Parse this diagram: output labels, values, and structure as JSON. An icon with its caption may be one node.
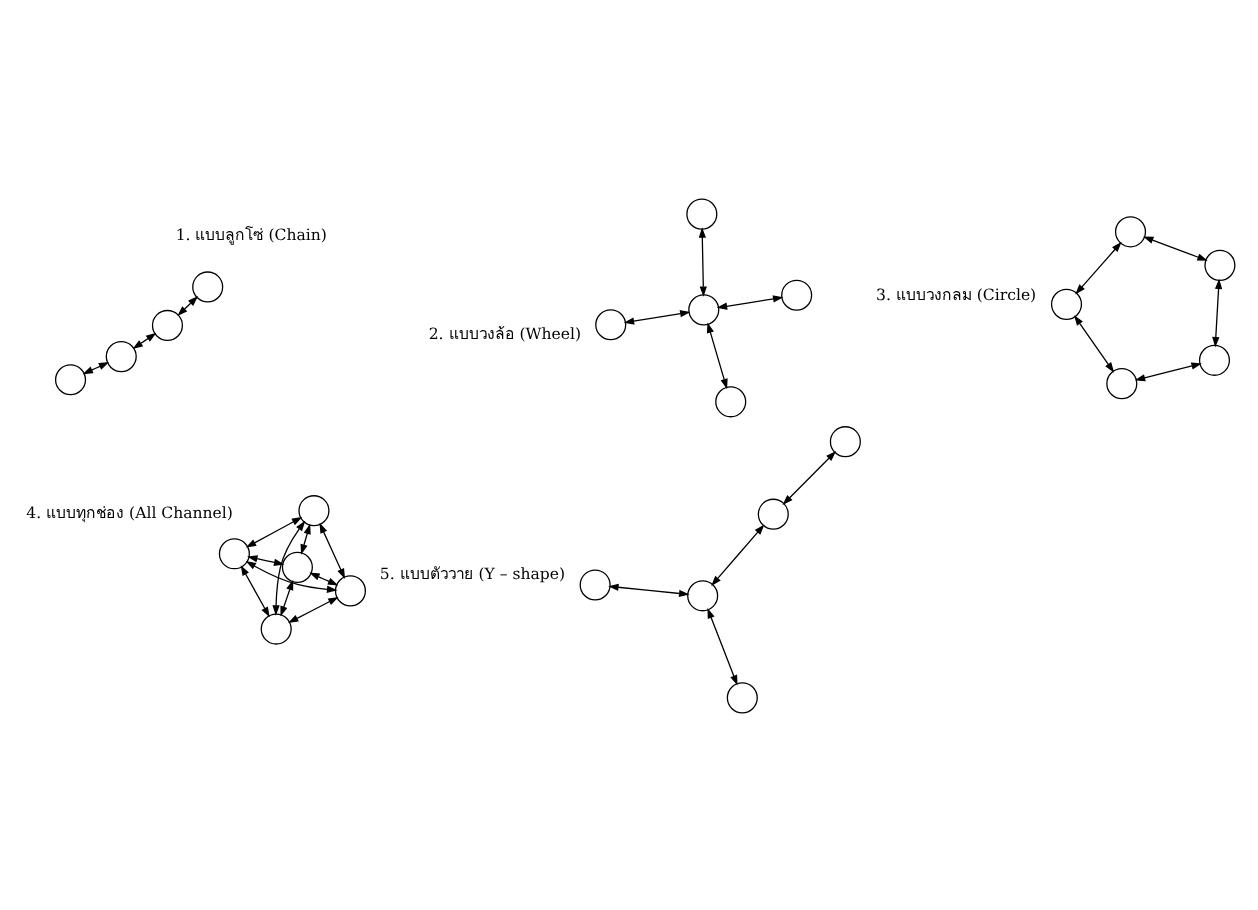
{
  "diagram": {
    "nodes": [
      {
        "text": [],
        "shape": "circle"
      },
      {
        "text": [],
        "shape": "circle"
      },
      {
        "text": [],
        "shape": "circle"
      },
      {
        "text": [],
        "shape": "circle"
      },
      {
        "text": [],
        "shape": "circle"
      },
      {
        "text": [],
        "shape": "circle"
      },
      {
        "text": [],
        "shape": "circle"
      },
      {
        "text": [],
        "shape": "circle"
      },
      {
        "text": [],
        "shape": "circle"
      },
      {
        "text": [],
        "shape": "circle"
      },
      {
        "text": [],
        "shape": "circle"
      },
      {
        "text": [],
        "shape": "circle"
      },
      {
        "text": [],
        "shape": "circle"
      },
      {
        "text": [],
        "shape": "circle"
      },
      {
        "text": [],
        "shape": "circle"
      },
      {
        "text": [],
        "shape": "circle"
      },
      {
        "text": [],
        "shape": "circle"
      },
      {
        "text": [],
        "shape": "circle"
      },
      {
        "text": [],
        "shape": "circle"
      },
      {
        "text": [],
        "shape": "circle"
      },
      {
        "text": [],
        "shape": "circle"
      },
      {
        "text": [],
        "shape": "circle"
      },
      {
        "text": [],
        "shape": "circle"
      },
      {
        "text": [],
        "shape": "circle"
      }
    ],
    "edges": [
      {
        "from": 0,
        "to": 1,
        "arrow": "both"
      },
      {
        "from": 1,
        "to": 2,
        "arrow": "both"
      },
      {
        "from": 2,
        "to": 3,
        "arrow": "both"
      },
      {
        "from": 4,
        "to": 6,
        "arrow": "both"
      },
      {
        "from": 5,
        "to": 6,
        "arrow": "both"
      },
      {
        "from": 6,
        "to": 7,
        "arrow": "both"
      },
      {
        "from": 6,
        "to": 8,
        "arrow": "both"
      },
      {
        "from": 9,
        "to": 10,
        "arrow": "both"
      },
      {
        "from": 9,
        "to": 11,
        "arrow": "both"
      },
      {
        "from": 10,
        "to": 12,
        "arrow": "both"
      },
      {
        "from": 11,
        "to": 13,
        "arrow": "both"
      },
      {
        "from": 12,
        "to": 13,
        "arrow": "both"
      },
      {
        "from": 14,
        "to": 15,
        "arrow": "both"
      },
      {
        "from": 14,
        "to": 16,
        "arrow": "both"
      },
      {
        "from": 14,
        "to": 17,
        "arrow": "both"
      },
      {
        "from": 14,
        "to": 18,
        "arrow": "both"
      },
      {
        "from": 15,
        "to": 16,
        "arrow": "both"
      },
      {
        "from": 15,
        "to": 17,
        "arrow": "both"
      },
      {
        "from": 15,
        "to": 18,
        "arrow": "both"
      },
      {
        "from": 16,
        "to": 17,
        "arrow": "both"
      },
      {
        "from": 16,
        "to": 18,
        "arrow": "both"
      },
      {
        "from": 17,
        "to": 18,
        "arrow": "both"
      },
      {
        "from": 19,
        "to": 21,
        "arrow": "both"
      },
      {
        "from": 20,
        "to": 21,
        "arrow": "both"
      },
      {
        "from": 21,
        "to": 22,
        "arrow": "both"
      },
      {
        "from": 22,
        "to": 23,
        "arrow": "both"
      }
    ],
    "labels": [
      "1. แบบลูกโซ่ (Chain)",
      "2. แบบวงล้อ (Wheel)",
      "3. แบบวงกลม (Circle)",
      "4. แบบทุกช่อง (All Channel)",
      "5. แบบตัววาย (Y – shape)"
    ]
  }
}
